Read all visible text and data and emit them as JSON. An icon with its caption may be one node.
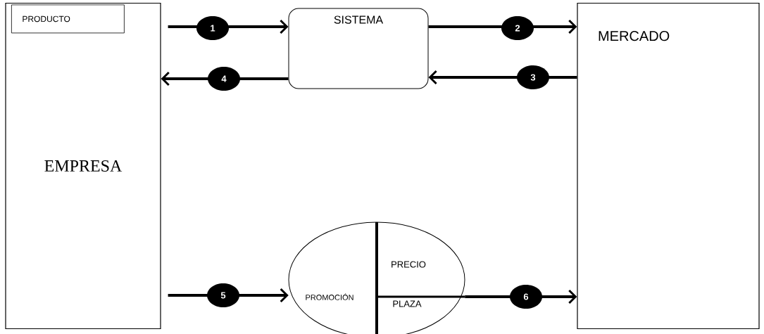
{
  "diagram": {
    "nodes": [
      {
        "text": [
          "EMPRESA"
        ]
      },
      {
        "text": [
          "PRODUCTO"
        ],
        "in": 0
      },
      {
        "text": [
          "SISTEMA"
        ]
      },
      {
        "text": [
          "MERCADO"
        ]
      },
      {
        "text": [
          "PROMOCIÓN",
          "PRECIO",
          "PLAZA"
        ]
      }
    ],
    "edges": [
      {
        "from": 0,
        "to": 2,
        "arrow": "to",
        "label": "1"
      },
      {
        "from": 2,
        "to": 3,
        "arrow": "to",
        "label": "2"
      },
      {
        "from": 3,
        "to": 2,
        "arrow": "to",
        "label": "3"
      },
      {
        "from": 2,
        "to": 0,
        "arrow": "to",
        "label": "4"
      },
      {
        "from": 0,
        "to": 4,
        "arrow": "to",
        "label": "5"
      },
      {
        "from": 4,
        "to": 3,
        "arrow": "to",
        "label": "6"
      }
    ]
  }
}
